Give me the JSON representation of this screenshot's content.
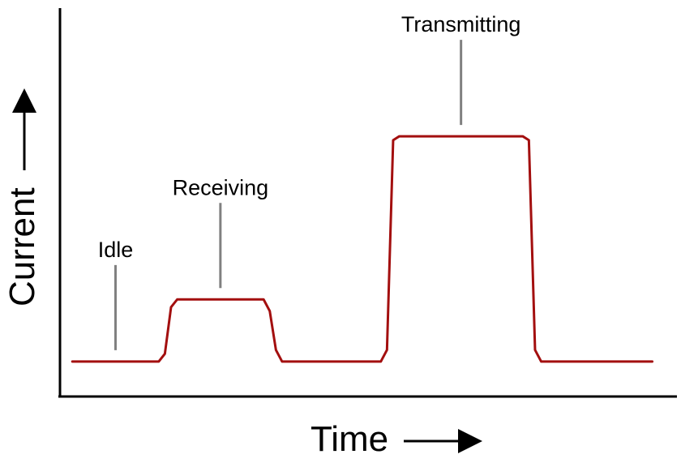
{
  "colors": {
    "series": "#a30f0f",
    "axis": "#000000",
    "leader": "#808080",
    "background": "#ffffff"
  },
  "chart_data": {
    "type": "line",
    "xlabel": "Time",
    "ylabel": "Current",
    "x_arrow": "→",
    "y_arrow": "→",
    "grid": false,
    "xlim": [
      0,
      100
    ],
    "ylim": [
      0,
      100
    ],
    "series": [
      {
        "points": [
          [
            2,
            9
          ],
          [
            16,
            9
          ],
          [
            17,
            11
          ],
          [
            18,
            23
          ],
          [
            19,
            25
          ],
          [
            33,
            25
          ],
          [
            34,
            22
          ],
          [
            35,
            12
          ],
          [
            36,
            9
          ],
          [
            52,
            9
          ],
          [
            53,
            12
          ],
          [
            54,
            66
          ],
          [
            55,
            67
          ],
          [
            75,
            67
          ],
          [
            76,
            66
          ],
          [
            77,
            12
          ],
          [
            78,
            9
          ],
          [
            96,
            9
          ]
        ]
      }
    ],
    "annotations": [
      {
        "text": "Idle",
        "x": 9,
        "y": 9
      },
      {
        "text": "Receiving",
        "x": 26,
        "y": 25
      },
      {
        "text": "Transmitting",
        "x": 65,
        "y": 67
      }
    ]
  }
}
